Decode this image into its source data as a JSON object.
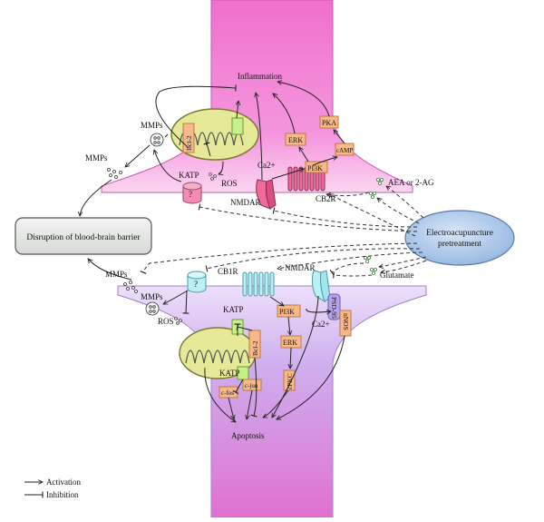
{
  "labels": {
    "inflammation": "Inflammation",
    "apoptosis": "Apoptosis",
    "mmps_top_cell": "MMPs",
    "mmps_top_out": "MMPs",
    "mmps_bot_out": "MMPs",
    "mmps_bot_cell": "MMPs",
    "ros_top": "ROS",
    "ros_bot": "ROS",
    "katp_top": "KATP",
    "katp_bot1": "KATP",
    "katp_bot2": "KATP",
    "ca_top": "Ca2+",
    "ca_bot": "Ca2+",
    "nmdar_top": "NMDAR",
    "nmdar_bot": "NMDAR",
    "cb2r": "CB2R",
    "cb1r": "CB1R",
    "aea": "AEA or 2-AG",
    "glutamate": "Glutamate",
    "unknown_top": "?",
    "unknown_bot": "?",
    "bcl2_top": "Bcl-2",
    "bcl2_bot": "Bcl-2",
    "erk_top": "ERK",
    "pka": "PKA",
    "camp": "cAMP",
    "pi3k_top": "PI3K",
    "pi3k_bot": "PI3K",
    "erk_bot": "ERK",
    "epkc": "εPKC",
    "cfos": "c-fos",
    "cjun": "c-jun",
    "psd95": "PSD-95",
    "nnos": "nNOS"
  },
  "boxes": {
    "bbb": "Disruption of blood-brain barrier",
    "ea_line1": "Electroacupuncture",
    "ea_line2": "pretreatment"
  },
  "legend": {
    "activation": "Activation",
    "inhibition": "Inhibition"
  },
  "colors": {
    "neuron_top": "#f087d8",
    "neuron_bottom": "#c9a0e6",
    "mito_fill": "#e8ec9a",
    "protein_box": "#f7b98a",
    "ea_ellipse": "#a9c6ea",
    "bbb_box": "#e6e8e6",
    "receptor_cyan": "#bdf0f4",
    "receptor_pink": "#f06a9a"
  }
}
